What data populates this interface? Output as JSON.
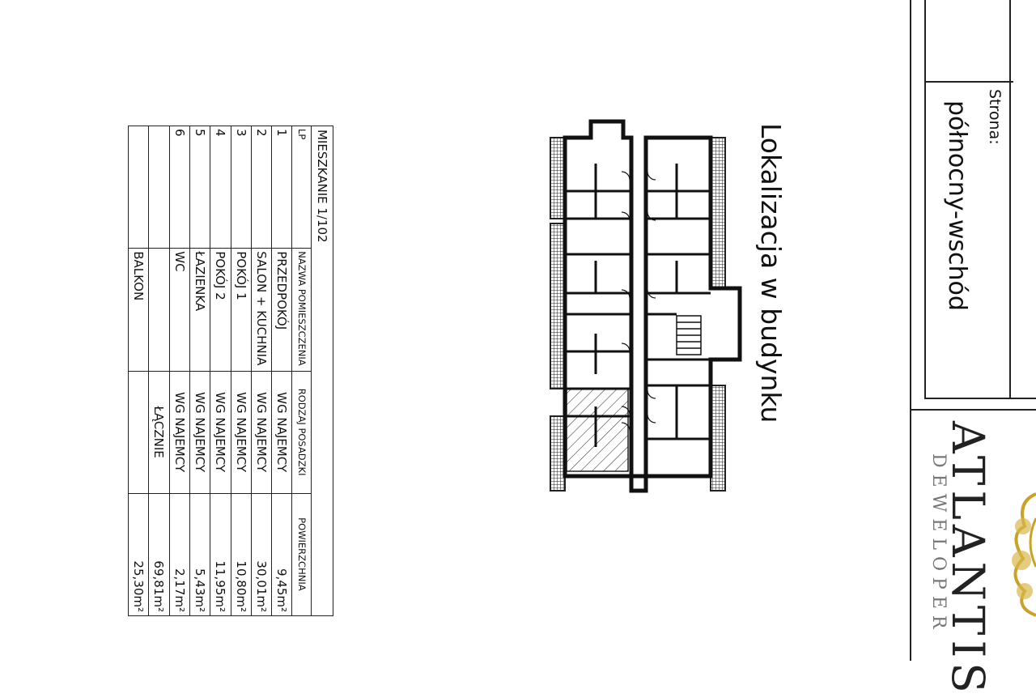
{
  "apartment": {
    "title": "MIESZKANIE 1/102",
    "headers": {
      "lp": "LP",
      "name": "NAZWA POMIESZCZENIA",
      "floor": "RODZAJ POSADZKI",
      "area": "POWIERZCHNIA"
    },
    "rooms": [
      {
        "lp": "1",
        "name": "PRZEDPOKÓJ",
        "floor": "WG NAJEMCY",
        "area": "9,45m²"
      },
      {
        "lp": "2",
        "name": "SALON + KUCHNIA",
        "floor": "WG NAJEMCY",
        "area": "30,01m²"
      },
      {
        "lp": "3",
        "name": "POKÓJ 1",
        "floor": "WG NAJEMCY",
        "area": "10,80m²"
      },
      {
        "lp": "4",
        "name": "POKÓJ 2",
        "floor": "WG NAJEMCY",
        "area": "11,95m²"
      },
      {
        "lp": "5",
        "name": "ŁAZIENKA",
        "floor": "WG NAJEMCY",
        "area": "5,43m²"
      },
      {
        "lp": "6",
        "name": "WC",
        "floor": "WG NAJEMCY",
        "area": "2,17m²"
      }
    ],
    "total_label": "ŁĄCZNIE",
    "total_area": "69,81m²",
    "balcony_label": "BALKON",
    "balcony_area": "25,30m²"
  },
  "location_title": "Lokalizacja w budynku",
  "title_block": {
    "page_label": "Strona:",
    "orientation": "północny-wschód"
  },
  "brand": {
    "name": "ATLANTIS",
    "subtitle": "DEWELOPER",
    "accent_color": "#c9a227"
  }
}
